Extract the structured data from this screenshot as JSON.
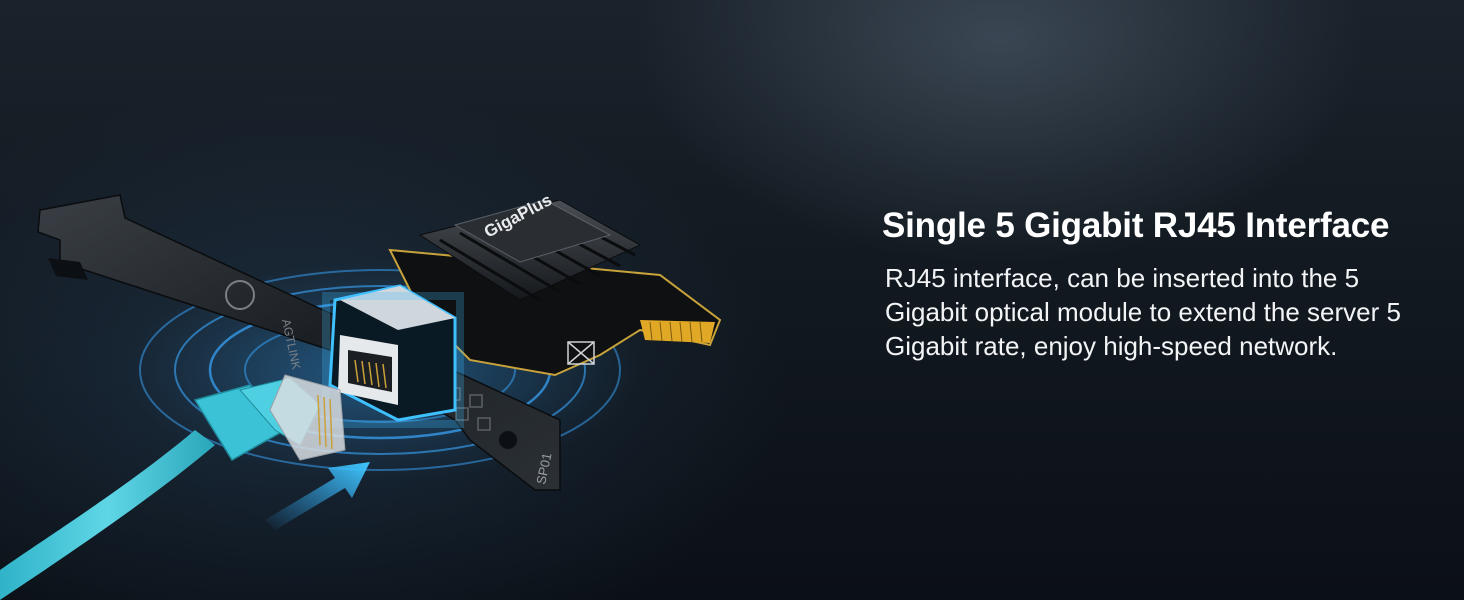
{
  "feature": {
    "headline": "Single 5 Gigabit RJ45 Interface",
    "description": "RJ45 interface, can be inserted into the 5 Gigabit optical module to extend the server 5 Gigabit rate, enjoy high-speed network."
  },
  "product": {
    "brand_print": "GigaPlus",
    "bracket_print_left": "AGTLINK",
    "bracket_print_bottom": "SP01",
    "icon": "network-card-icon"
  },
  "colors": {
    "cable": "#3cc2d6",
    "glow": "#2fa8ff",
    "pcb": "#111416",
    "gold_contacts": "#e0a824",
    "text": "#ffffff"
  }
}
